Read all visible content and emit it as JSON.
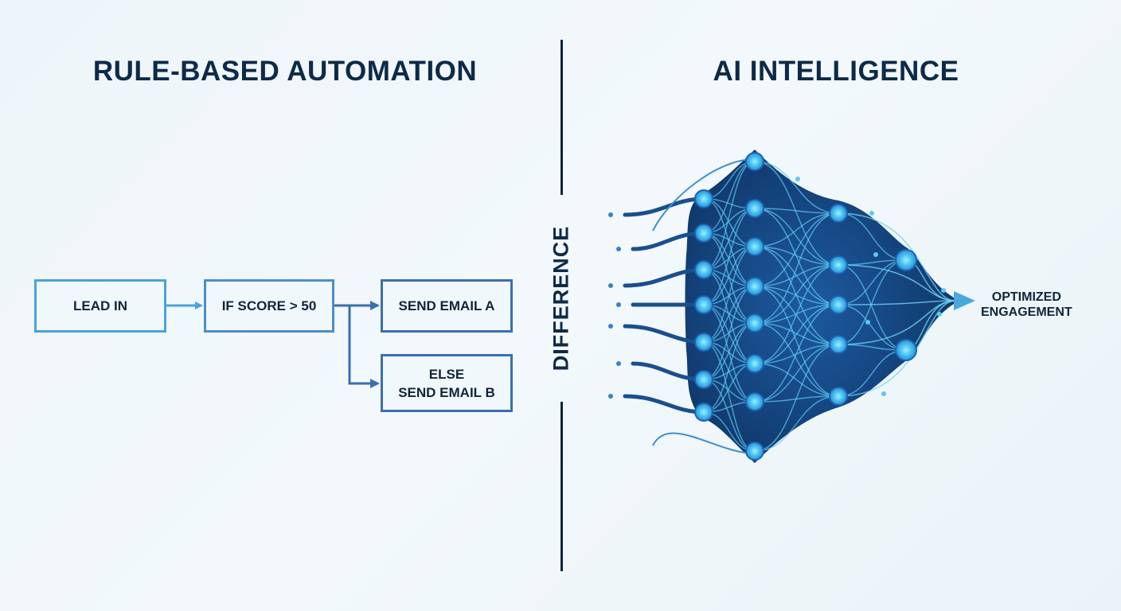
{
  "left": {
    "title": "RULE-BASED AUTOMATION",
    "flow": {
      "lead_in": "LEAD IN",
      "condition": "IF SCORE > 50",
      "send_a": "SEND EMAIL A",
      "else_line1": "ELSE",
      "else_line2": "SEND EMAIL B"
    }
  },
  "divider_label": "DIFFERENCE",
  "right": {
    "title": "AI INTELLIGENCE",
    "output_line1": "OPTIMIZED",
    "output_line2": "ENGAGEMENT"
  },
  "colors": {
    "text": "#0e2a48",
    "light_blue": "#4aa3d8",
    "mid_blue": "#3a6fae",
    "network_dark": "#123f78",
    "node_glow": "#5fd0f5"
  }
}
